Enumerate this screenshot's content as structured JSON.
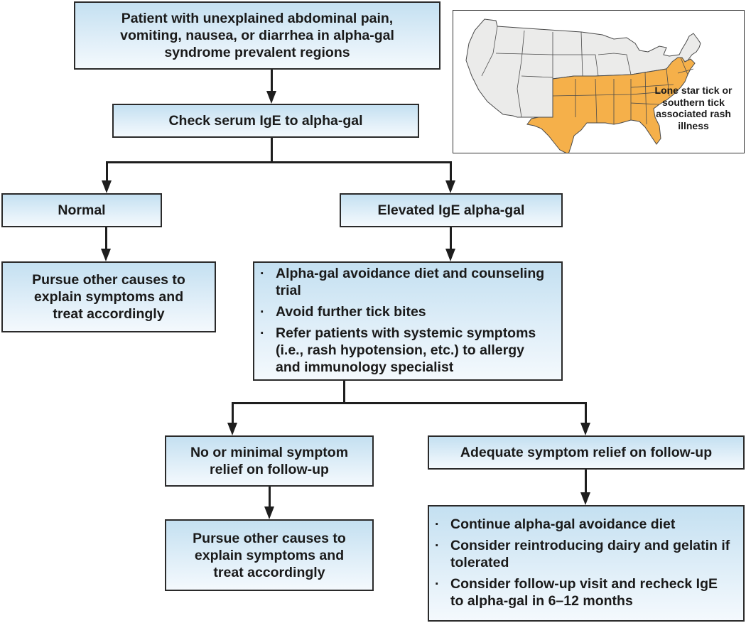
{
  "flowchart": {
    "start": "Patient with unexplained abdominal pain, vomiting, nausea, or diarrhea in alpha-gal syndrome prevalent regions",
    "test": "Check serum IgE to alpha-gal",
    "result_normal": "Normal",
    "result_elevated": "Elevated IgE alpha-gal",
    "normal_action": "Pursue other causes to explain symptoms and treat accordingly",
    "elevated_actions": [
      "Alpha-gal avoidance diet and counseling trial",
      "Avoid further tick bites",
      "Refer patients with systemic symptoms (i.e., rash hypotension, etc.) to allergy and immunology specialist"
    ],
    "followup_poor": "No or minimal symptom relief on follow-up",
    "followup_good": "Adequate symptom relief on follow-up",
    "poor_action": "Pursue other causes to explain symptoms and treat accordingly",
    "good_actions": [
      "Continue alpha-gal avoidance diet",
      "Consider reintroducing dairy and gelatin if tolerated",
      "Consider follow-up visit and recheck IgE to alpha-gal in 6–12 months"
    ],
    "bullet_glyph": "·"
  },
  "map": {
    "caption": "Lone star tick or southern tick associated rash illness",
    "highlight_color": "#f5b04a",
    "base_color": "#ebebea",
    "border_color": "#4a4a4a",
    "highlighted_region": "Central, southern and eastern United States"
  },
  "colors": {
    "box_gradient_top": "#c4e0f1",
    "box_gradient_bottom": "#f4f9fd",
    "line": "#1e1e1e"
  }
}
